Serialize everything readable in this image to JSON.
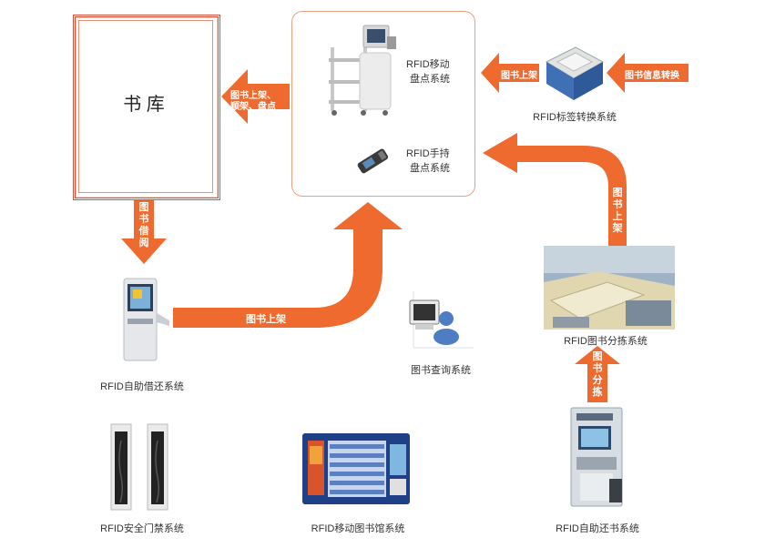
{
  "warehouse": {
    "title": "书 库"
  },
  "inventory": {
    "mobile_label_1": "RFID移动",
    "mobile_label_2": "盘点系统",
    "handheld_label_1": "RFID手持",
    "handheld_label_2": "盘点系统"
  },
  "converter": {
    "label": "RFID标签转换系统"
  },
  "sorting": {
    "label": "RFID图书分拣系统"
  },
  "selfcheck": {
    "label": "RFID自助借还系统"
  },
  "query": {
    "label": "图书查询系统"
  },
  "gate": {
    "label": "RFID安全门禁系统"
  },
  "mobilelib": {
    "label": "RFID移动图书馆系统"
  },
  "returnbox": {
    "label": "RFID自助还书系统"
  },
  "arrows": {
    "to_warehouse_1": "图书上架、",
    "to_warehouse_2": "顺架、盘点",
    "converter_to_inventory": "图书上架",
    "info_convert": "图书信息转换",
    "borrow": [
      "图",
      "书",
      "借",
      "阅"
    ],
    "shelve_main": "图书上架",
    "sort_to_inventory": [
      "图",
      "书",
      "上",
      "架"
    ],
    "sort": [
      "图",
      "书",
      "分",
      "拣"
    ]
  },
  "colors": {
    "arrow": "#ee6a2f",
    "frame": "#d9503a",
    "box_border": "#e8a080"
  }
}
